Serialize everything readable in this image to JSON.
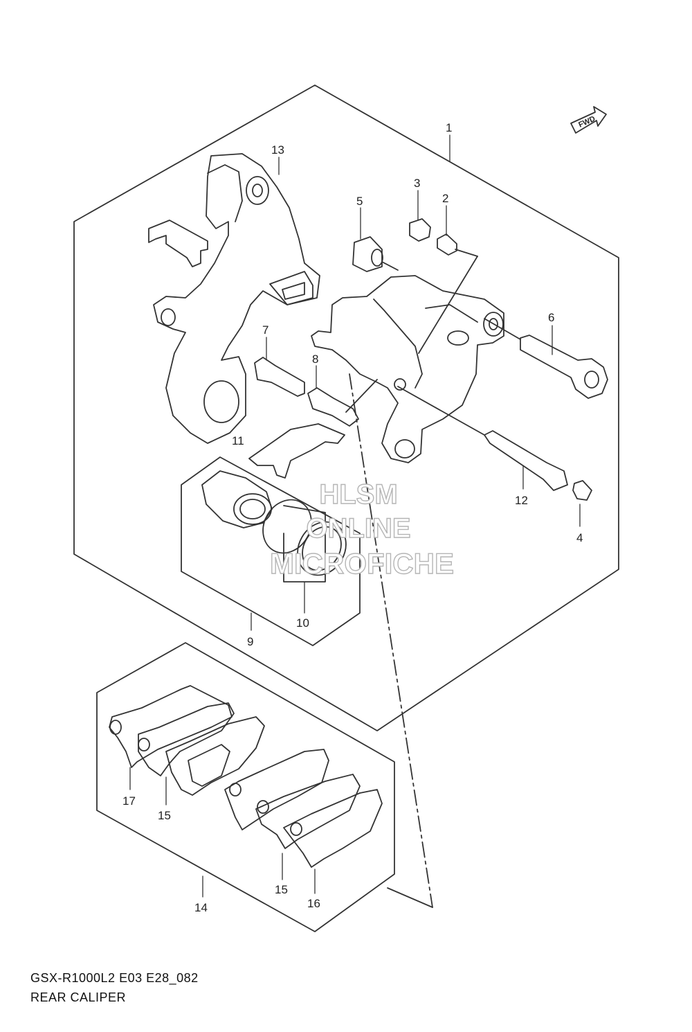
{
  "direction_badge": "FWD",
  "callouts": {
    "c1": "1",
    "c2": "2",
    "c3": "3",
    "c4": "4",
    "c5": "5",
    "c6": "6",
    "c7": "7",
    "c8": "8",
    "c9": "9",
    "c10": "10",
    "c11": "11",
    "c12": "12",
    "c13": "13",
    "c14": "14",
    "c15a": "15",
    "c15b": "15",
    "c16": "16",
    "c17": "17"
  },
  "watermark": {
    "line1": "HLSM",
    "line2": "ONLINE",
    "line3": "MICROFICHE"
  },
  "footer": {
    "model_code": "GSX-R1000L2 E03 E28_082",
    "title": "REAR CALIPER"
  },
  "colors": {
    "line": "#333333",
    "watermark": "#b8b8b8"
  }
}
